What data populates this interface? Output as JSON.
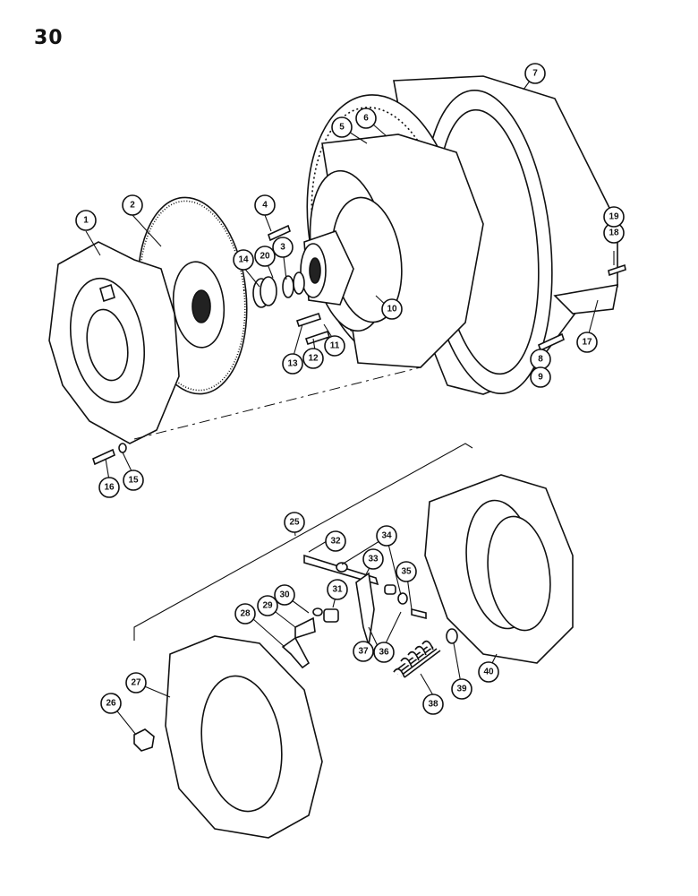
{
  "page": {
    "number": "30"
  },
  "callouts": [
    {
      "id": "1",
      "label": "1"
    },
    {
      "id": "2",
      "label": "2"
    },
    {
      "id": "3",
      "label": "3"
    },
    {
      "id": "4",
      "label": "4"
    },
    {
      "id": "5",
      "label": "5"
    },
    {
      "id": "6",
      "label": "6"
    },
    {
      "id": "7",
      "label": "7"
    },
    {
      "id": "8",
      "label": "8"
    },
    {
      "id": "9",
      "label": "9"
    },
    {
      "id": "10",
      "label": "10"
    },
    {
      "id": "11",
      "label": "11"
    },
    {
      "id": "12",
      "label": "12"
    },
    {
      "id": "13",
      "label": "13"
    },
    {
      "id": "14",
      "label": "14"
    },
    {
      "id": "15",
      "label": "15"
    },
    {
      "id": "16",
      "label": "16"
    },
    {
      "id": "17",
      "label": "17"
    },
    {
      "id": "18",
      "label": "18"
    },
    {
      "id": "19",
      "label": "19"
    },
    {
      "id": "20",
      "label": "20"
    },
    {
      "id": "25",
      "label": "25"
    },
    {
      "id": "26",
      "label": "26"
    },
    {
      "id": "27",
      "label": "27"
    },
    {
      "id": "28",
      "label": "28"
    },
    {
      "id": "29",
      "label": "29"
    },
    {
      "id": "30",
      "label": "30"
    },
    {
      "id": "31",
      "label": "31"
    },
    {
      "id": "32",
      "label": "32"
    },
    {
      "id": "33",
      "label": "33"
    },
    {
      "id": "34",
      "label": "34"
    },
    {
      "id": "35",
      "label": "35"
    },
    {
      "id": "36",
      "label": "36"
    },
    {
      "id": "37",
      "label": "37"
    },
    {
      "id": "38",
      "label": "38"
    },
    {
      "id": "39",
      "label": "39"
    },
    {
      "id": "40",
      "label": "40"
    }
  ]
}
